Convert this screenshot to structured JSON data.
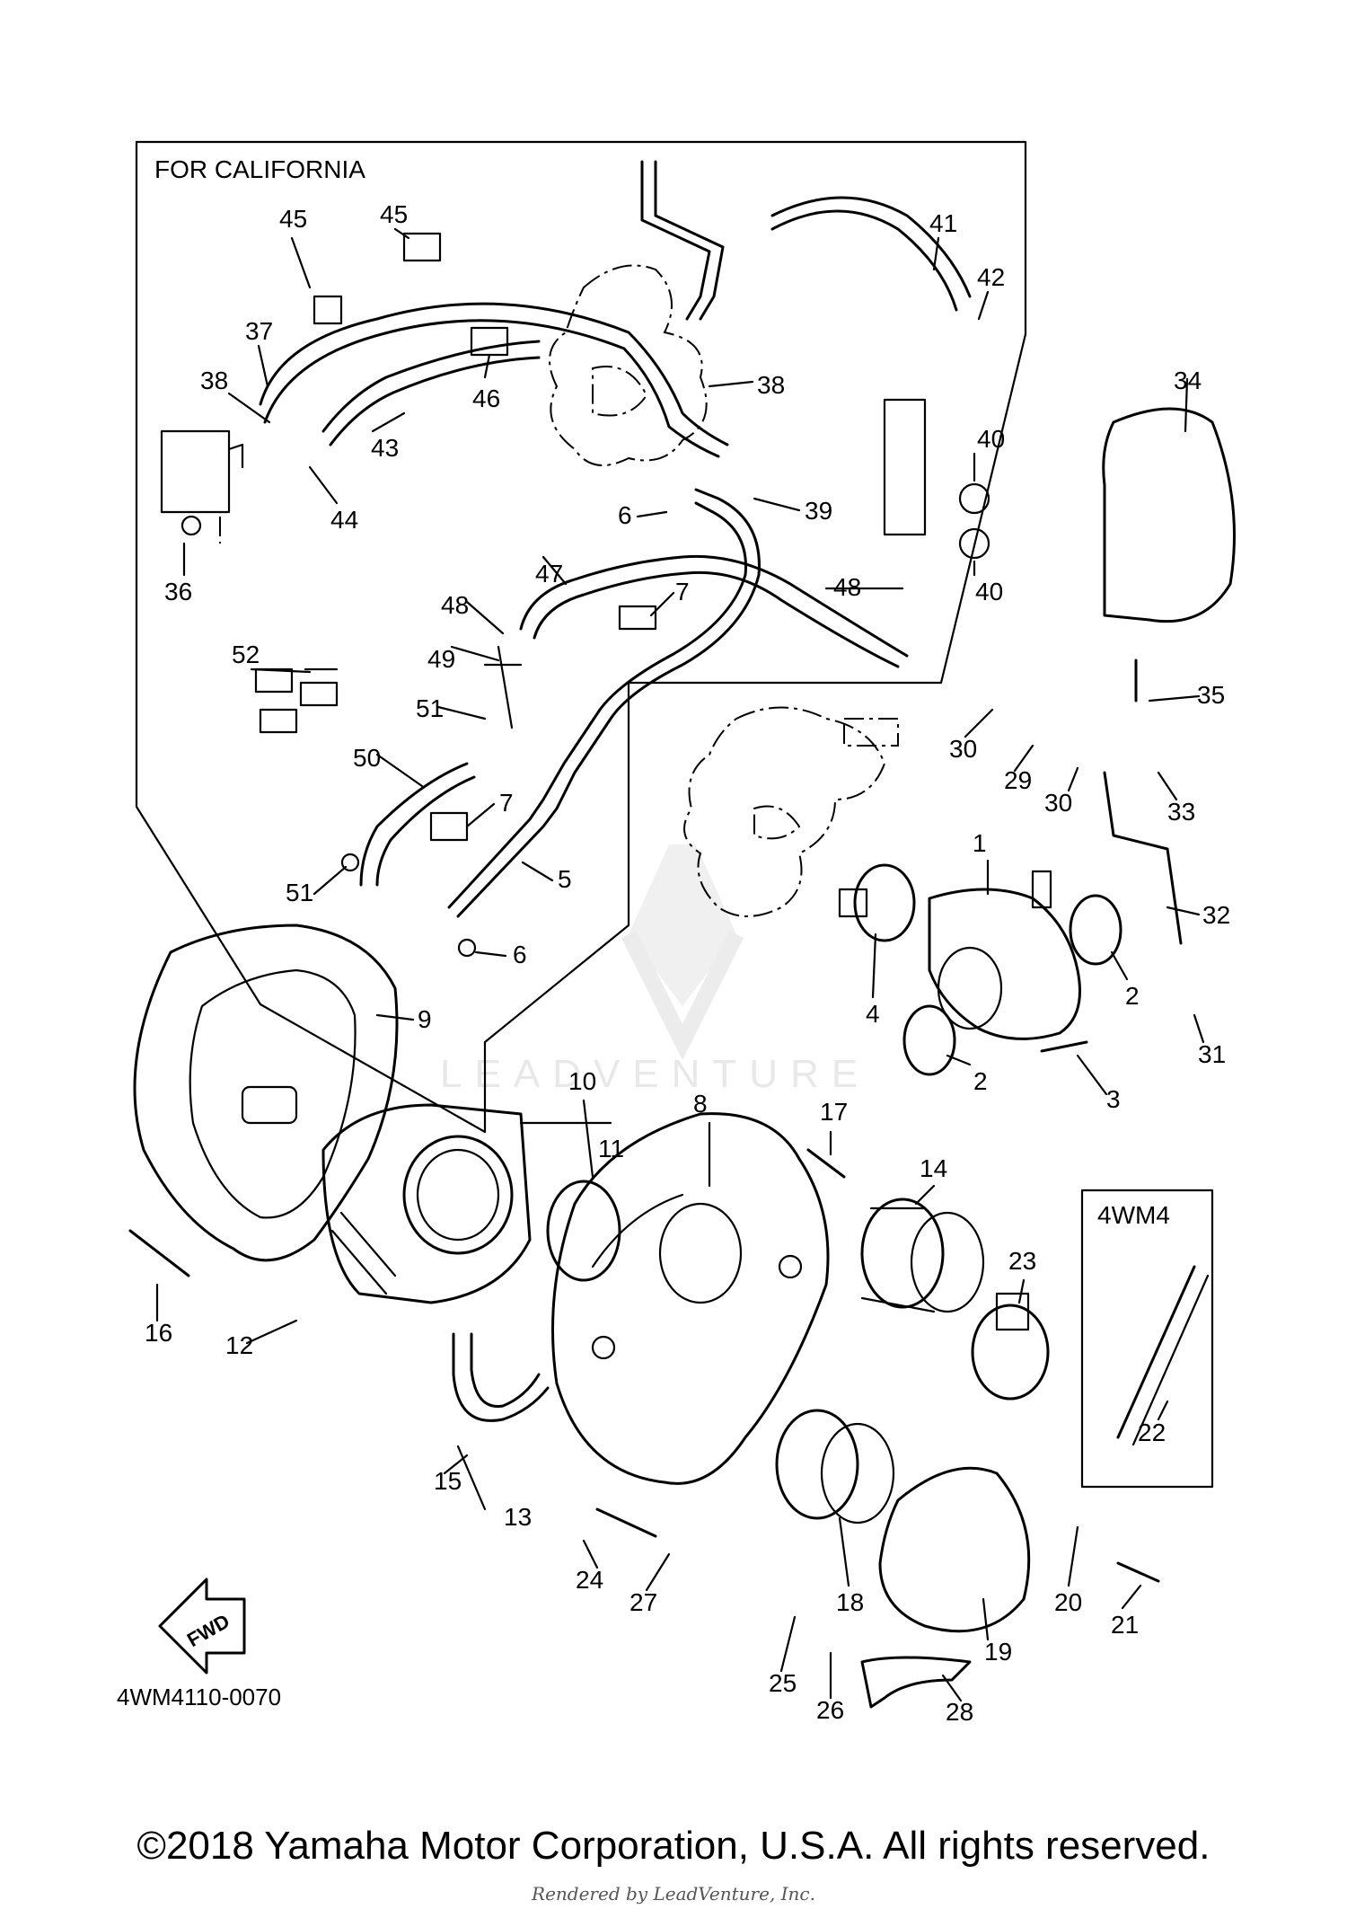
{
  "diagram": {
    "california_label": "FOR CALIFORNIA",
    "variant_label": "4WM4",
    "fwd_label": "FWD",
    "drawing_code": "4WM4110-0070",
    "watermark": "LEADVENTURE",
    "callouts": [
      "1",
      "2",
      "2",
      "3",
      "4",
      "5",
      "6",
      "6",
      "7",
      "7",
      "8",
      "9",
      "10",
      "11",
      "12",
      "13",
      "14",
      "15",
      "16",
      "17",
      "18",
      "19",
      "20",
      "21",
      "22",
      "23",
      "24",
      "25",
      "26",
      "27",
      "28",
      "29",
      "30",
      "30",
      "31",
      "32",
      "33",
      "34",
      "35",
      "36",
      "37",
      "38",
      "38",
      "39",
      "40",
      "40",
      "41",
      "42",
      "43",
      "44",
      "45",
      "45",
      "46",
      "47",
      "48",
      "48",
      "49",
      "50",
      "51",
      "51",
      "52"
    ]
  },
  "footer": {
    "copyright": "©2018 Yamaha Motor Corporation, U.S.A. All rights reserved.",
    "rendered_by": "Rendered by LeadVenture, Inc."
  }
}
